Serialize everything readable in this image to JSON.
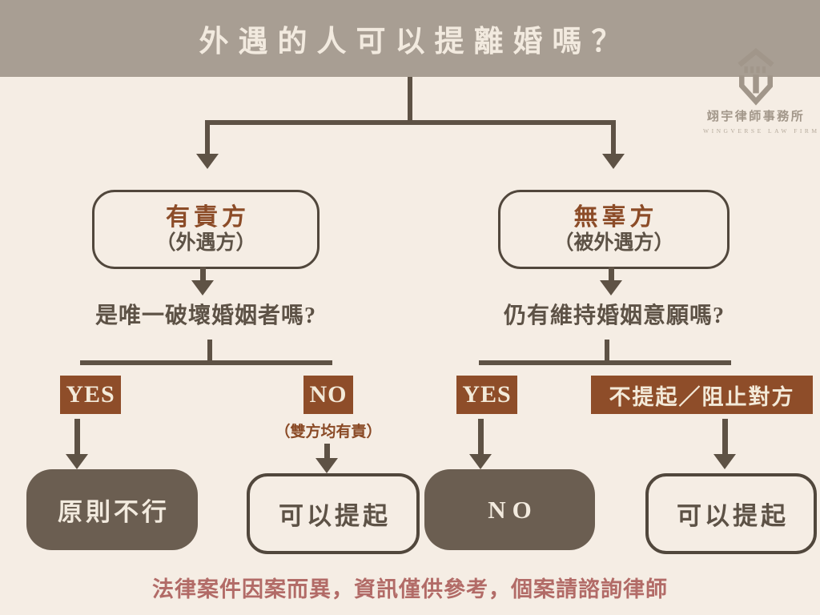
{
  "title": "外遇的人可以提離婚嗎？",
  "logo": {
    "name": "翊宇律師事務所",
    "subname": "WINGVERSE LAW FIRM"
  },
  "flow": {
    "left_branch": {
      "node_title": "有責方",
      "node_subtitle": "（外遇方）",
      "question": "是唯一破壞婚姻者嗎?",
      "yes_label": "YES",
      "yes_result": "原則不行",
      "no_label": "NO",
      "no_note": "（雙方均有責）",
      "no_result": "可以提起"
    },
    "right_branch": {
      "node_title": "無辜方",
      "node_subtitle": "（被外遇方）",
      "question": "仍有維持婚姻意願嗎?",
      "yes_label": "YES",
      "yes_result": "NO",
      "no_label": "不提起／阻止對方",
      "no_result": "可以提起"
    }
  },
  "disclaimer": "法律案件因案而異，資訊僅供參考，個案請諮詢律師",
  "colors": {
    "banner": "#a89e93",
    "background": "#f5ede4",
    "line": "#5e5245",
    "accent_rust": "#8e4d29",
    "result_fill": "#6b5e51",
    "cream_text": "#f2eadf",
    "disclaimer_text": "#b26b67"
  }
}
